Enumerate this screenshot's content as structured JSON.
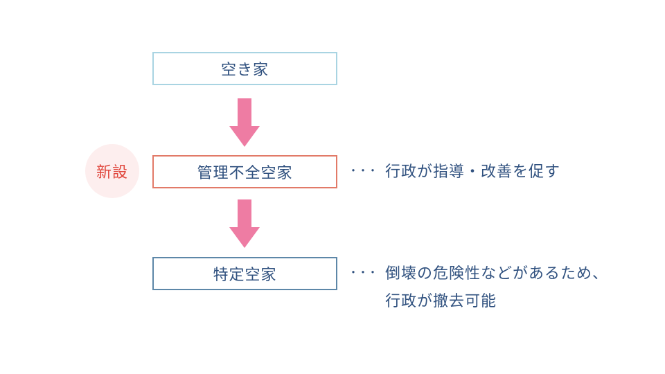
{
  "flow": {
    "box1": {
      "label": "空き家",
      "border_color": "#a9d4e2"
    },
    "box2": {
      "label": "管理不全空家",
      "border_color": "#e27a68"
    },
    "box3": {
      "label": "特定空家",
      "border_color": "#5d87a8"
    },
    "badge": {
      "label": "新設",
      "text_color": "#e0463c",
      "bg_color": "#fdeeee"
    },
    "arrow_color": "#ee7ca3",
    "text_color": "#30517f"
  },
  "annotations": {
    "dots": "・・・",
    "note1": "行政が指導・改善を促す",
    "note2_line1": "倒壊の危険性などがあるため、",
    "note2_line2": "行政が撤去可能"
  }
}
